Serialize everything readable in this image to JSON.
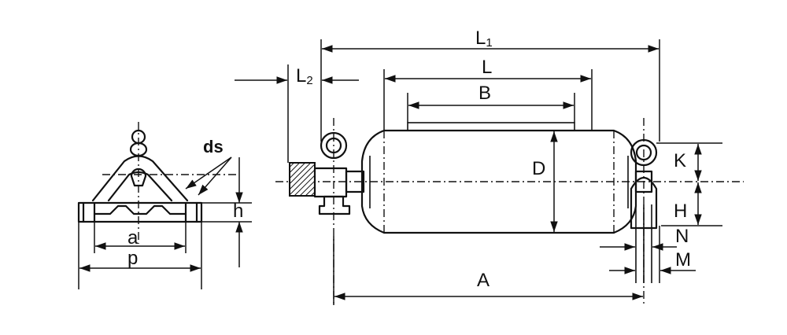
{
  "labels": {
    "L1": "L",
    "L1_sub": "1",
    "L": "L",
    "L2": "L",
    "L2_sub": "2",
    "B": "B",
    "D": "D",
    "K": "K",
    "H": "H",
    "N": "N",
    "M": "M",
    "A": "A",
    "ds": "ds",
    "h": "h",
    "a": "a",
    "p": "p"
  },
  "colors": {
    "ink": "#111111",
    "paper": "#ffffff"
  }
}
